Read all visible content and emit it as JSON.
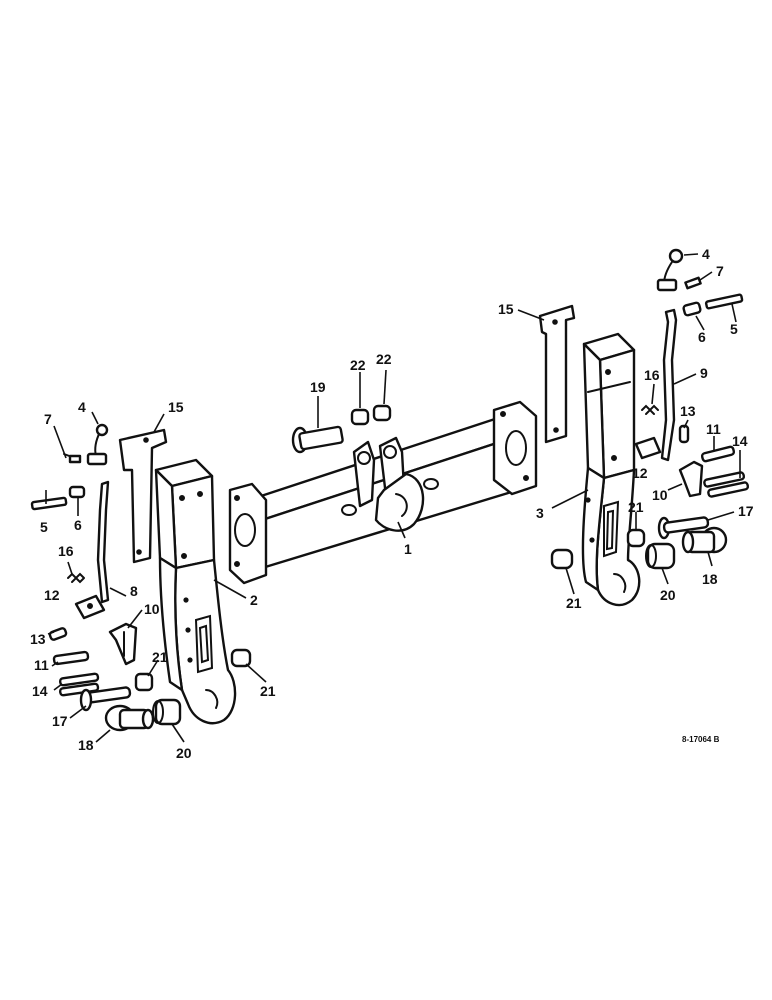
{
  "drawing_code": "8-17064 B",
  "callouts": {
    "c1": "1",
    "c2": "2",
    "c3": "3",
    "c4l": "4",
    "c4r": "4",
    "c5l": "5",
    "c5r": "5",
    "c6l": "6",
    "c6r": "6",
    "c7l": "7",
    "c7r": "7",
    "c8": "8",
    "c9": "9",
    "c10l": "10",
    "c10r": "10",
    "c11l": "11",
    "c11r": "11",
    "c12l": "12",
    "c12r": "12",
    "c13l": "13",
    "c13r": "13",
    "c14l": "14",
    "c14r": "14",
    "c15l": "15",
    "c15r": "15",
    "c16l": "16",
    "c16r": "16",
    "c17l": "17",
    "c17r": "17",
    "c18l": "18",
    "c18r": "18",
    "c19": "19",
    "c20l": "20",
    "c20r": "20",
    "c21a": "21",
    "c21b": "21",
    "c21c": "21",
    "c21d": "21",
    "c22a": "22",
    "c22b": "22"
  }
}
